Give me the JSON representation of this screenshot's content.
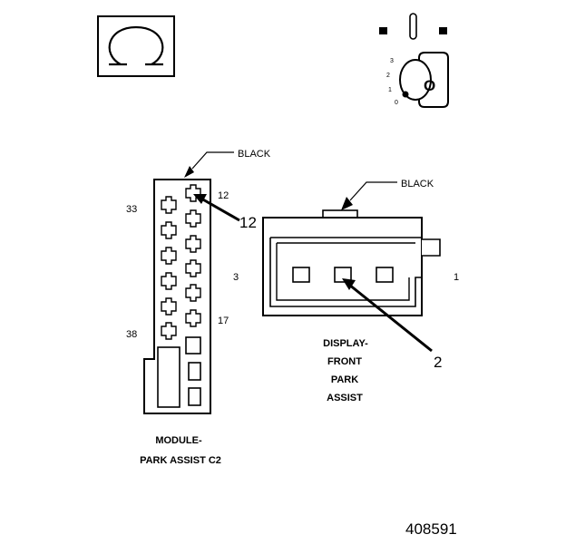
{
  "module_connector": {
    "color_label": "BLACK",
    "pin_top_left": "33",
    "pin_top_right": "12",
    "pin_mid_right": "3",
    "pin_bottom_right": "17",
    "pin_bottom_left": "38",
    "callout": "12",
    "name_line1": "MODULE-",
    "name_line2": "PARK ASSIST C2"
  },
  "display_connector": {
    "color_label": "BLACK",
    "pin_right": "1",
    "callout": "2",
    "name_line1": "DISPLAY-",
    "name_line2": "FRONT",
    "name_line3": "PARK",
    "name_line4": "ASSIST"
  },
  "ignition_key": {
    "positions": [
      "3",
      "2",
      "1",
      "0"
    ],
    "key_letter": "O"
  },
  "figure_id": "408591",
  "icons": [
    "omega-logo-icon",
    "ignition-key-icon"
  ]
}
